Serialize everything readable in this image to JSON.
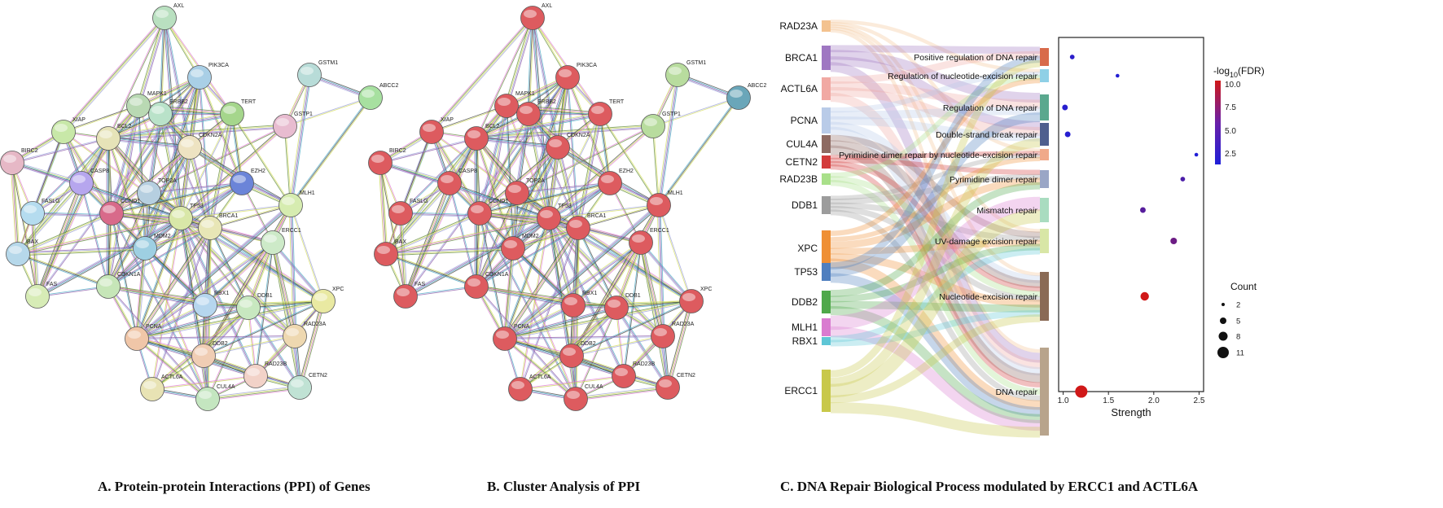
{
  "panels": {
    "a": {
      "caption": "A. Protein-protein Interactions (PPI) of Genes"
    },
    "b": {
      "caption": "B. Cluster Analysis of PPI"
    },
    "c": {
      "caption": "C. DNA Repair Biological Process modulated by ERCC1 and ACTL6A"
    }
  },
  "network": {
    "nodes": [
      "AXL",
      "PIK3CA",
      "GSTM1",
      "ABCC2",
      "MAPK1",
      "ERBB2",
      "TERT",
      "GSTP1",
      "XIAP",
      "BCL2",
      "CDKN2A",
      "BIRC2",
      "CASP8",
      "TOP2A",
      "EZH2",
      "FASLG",
      "CCND1",
      "TP53",
      "BRCA1",
      "MLH1",
      "BAX",
      "MDM2",
      "ERCC1",
      "FAS",
      "CDKN1A",
      "RBX1",
      "DDB1",
      "XPC",
      "PCNA",
      "RAD23A",
      "DDB2",
      "RAD23B",
      "ACTL6A",
      "CUL4A",
      "CETN2"
    ],
    "colors_a": {
      "AXL": "#b9e0c0",
      "PIK3CA": "#a9cfe6",
      "GSTM1": "#b8dcd8",
      "ABCC2": "#a7e0a0",
      "MAPK1": "#b9d9b3",
      "ERBB2": "#b9e2c9",
      "TERT": "#a5d68c",
      "GSTP1": "#e8bcd0",
      "XIAP": "#c8e8a8",
      "BCL2": "#e6e3b8",
      "CDKN2A": "#eee3c2",
      "BIRC2": "#e6b8c6",
      "CASP8": "#b6a6ee",
      "TOP2A": "#b6cfe0",
      "EZH2": "#6b84d8",
      "FASLG": "#b5dcef",
      "CCND1": "#d86a8a",
      "TP53": "#d9e7a8",
      "BRCA1": "#e8e6b6",
      "MLH1": "#d6ecb0",
      "BAX": "#b6d8ea",
      "MDM2": "#9ecfe2",
      "ERCC1": "#cdeac8",
      "FAS": "#d7ecb6",
      "CDKN1A": "#c6e6b8",
      "RBX1": "#b6d6ee",
      "DDB1": "#c8e8c0",
      "XPC": "#e9e9a2",
      "PCNA": "#f0c6a8",
      "RAD23A": "#eed8b0",
      "DDB2": "#f0cdb4",
      "RAD23B": "#f2d2c8",
      "ACTL6A": "#e8e3b4",
      "CUL4A": "#c4e6c0",
      "CETN2": "#c0e2d4"
    },
    "colors_b": {
      "default": "#dd5b5f",
      "GSTM1": "#b8dc9e",
      "GSTP1": "#b8dc9e",
      "ABCC2": "#6aa6b9"
    },
    "edge_colors": [
      "#d8e060",
      "#c6d24a",
      "#8c5aa8",
      "#5f8a3a",
      "#3d3d3d",
      "#9a9fd9",
      "#e07ad4",
      "#48a9c6"
    ]
  },
  "sankey": {
    "genes": [
      {
        "name": "RAD23A",
        "color": "#f3c28f"
      },
      {
        "name": "BRCA1",
        "color": "#9f77c2"
      },
      {
        "name": "ACTL6A",
        "color": "#f1a9a3"
      },
      {
        "name": "PCNA",
        "color": "#b9cbe8"
      },
      {
        "name": "CUL4A",
        "color": "#8e6a62"
      },
      {
        "name": "CETN2",
        "color": "#d33b3b"
      },
      {
        "name": "RAD23B",
        "color": "#a9e08a"
      },
      {
        "name": "DDB1",
        "color": "#9c9c9c"
      },
      {
        "name": "XPC",
        "color": "#ef8f34"
      },
      {
        "name": "TP53",
        "color": "#4f7fbf"
      },
      {
        "name": "DDB2",
        "color": "#4fa84a"
      },
      {
        "name": "MLH1",
        "color": "#d97bd0"
      },
      {
        "name": "RBX1",
        "color": "#5ec6d6"
      },
      {
        "name": "ERCC1",
        "color": "#c8c84a"
      }
    ],
    "processes": [
      {
        "name": "Positive regulation of DNA repair",
        "color": "#d86a4a"
      },
      {
        "name": "Regulation of nucleotide-excision repair",
        "color": "#8fd0e6"
      },
      {
        "name": "Regulation of DNA repair",
        "color": "#5aa88e"
      },
      {
        "name": "Double-strand break repair",
        "color": "#4f5f8e"
      },
      {
        "name": "Pyrimidine dimer repair by nucleotide-excision repair",
        "color": "#f0a98a"
      },
      {
        "name": "Pyrimidine dimer repair",
        "color": "#9aa6c6"
      },
      {
        "name": "Mismatch repair",
        "color": "#a9dcc0"
      },
      {
        "name": "UV-damage excision repair",
        "color": "#d8e6a6"
      },
      {
        "name": "Nucleotide-excision repair",
        "color": "#8a6a55"
      },
      {
        "name": "DNA repair",
        "color": "#b8a48c"
      }
    ]
  },
  "chart_data": {
    "type": "scatter",
    "categories": [
      "Positive regulation of DNA repair",
      "Regulation of nucleotide-excision repair",
      "Regulation of DNA repair",
      "Double-strand break repair",
      "Pyrimidine dimer repair by nucleotide-excision repair",
      "Pyrimidine dimer repair",
      "Mismatch repair",
      "UV-damage excision repair",
      "Nucleotide-excision repair",
      "DNA repair"
    ],
    "strength": [
      1.1,
      1.6,
      1.02,
      1.05,
      2.47,
      2.32,
      1.88,
      2.22,
      1.9,
      1.2
    ],
    "count": [
      3,
      2,
      4,
      4,
      2,
      3,
      4,
      5,
      7,
      11
    ],
    "fdr_neglog10": [
      2.6,
      2.2,
      2.4,
      2.3,
      2.1,
      4.0,
      4.5,
      5.5,
      10.0,
      10.0
    ],
    "xlabel": "Strength",
    "xlim": [
      0.95,
      2.55
    ],
    "xticks": [
      "1.0",
      "1.5",
      "2.0",
      "2.5"
    ],
    "colorbar": {
      "title_main": "-log",
      "title_sub": "10",
      "title_end": "(FDR)",
      "ticks": [
        "10.0",
        "7.5",
        "5.0",
        "2.5"
      ],
      "low_color": "#1f1fd8",
      "high_color": "#d01818"
    },
    "size_legend": {
      "title": "Count",
      "values": [
        "2",
        "5",
        "8",
        "11"
      ]
    }
  }
}
